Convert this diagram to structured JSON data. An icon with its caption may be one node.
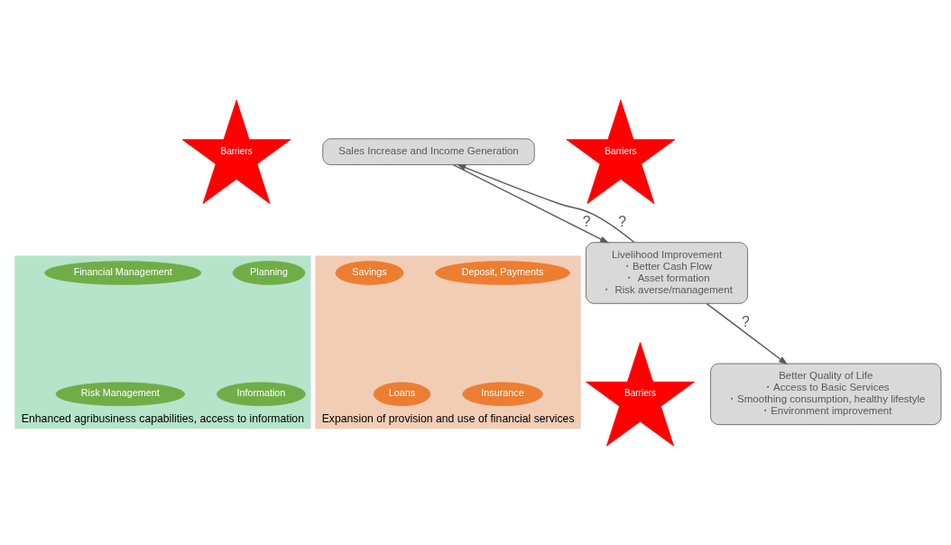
{
  "diagram": {
    "nodes": [
      {
        "text": [
          "Sales Increase and Income Generation"
        ]
      },
      {
        "text": [
          "Barriers"
        ]
      },
      {
        "text": [
          "Barriers"
        ]
      },
      {
        "text": [
          "Enhanced agribusiness capabilities, access to information"
        ]
      },
      {
        "text": [
          "Financial Management"
        ],
        "in": 3
      },
      {
        "text": [
          "Planning"
        ],
        "in": 3
      },
      {
        "text": [
          "Risk Management"
        ],
        "in": 3
      },
      {
        "text": [
          "Information"
        ],
        "in": 3
      },
      {
        "text": [
          "Expansion of provision and use of financial services"
        ]
      },
      {
        "text": [
          "Savings"
        ],
        "in": 8
      },
      {
        "text": [
          "Deposit, Payments"
        ],
        "in": 8
      },
      {
        "text": [
          "Loans"
        ],
        "in": 8
      },
      {
        "text": [
          "Insurance"
        ],
        "in": 8
      },
      {
        "text": [
          "Livelihood Improvement",
          "・Better Cash Flow",
          "・ Asset formation",
          "・ Risk averse/management"
        ]
      },
      {
        "text": [
          "Barriers"
        ]
      },
      {
        "text": [
          "Better Quality of Life",
          "・Access to Basic Services",
          "・Smoothing consumption, healthy lifestyle",
          "・Environment improvement"
        ]
      }
    ],
    "edges": [
      {
        "from": 0,
        "to": 13,
        "arrow": "to",
        "label": "?"
      },
      {
        "from": 13,
        "to": 0,
        "arrow": "to",
        "label": "?"
      },
      {
        "from": 13,
        "to": 15,
        "arrow": "to",
        "label": "?"
      }
    ]
  }
}
